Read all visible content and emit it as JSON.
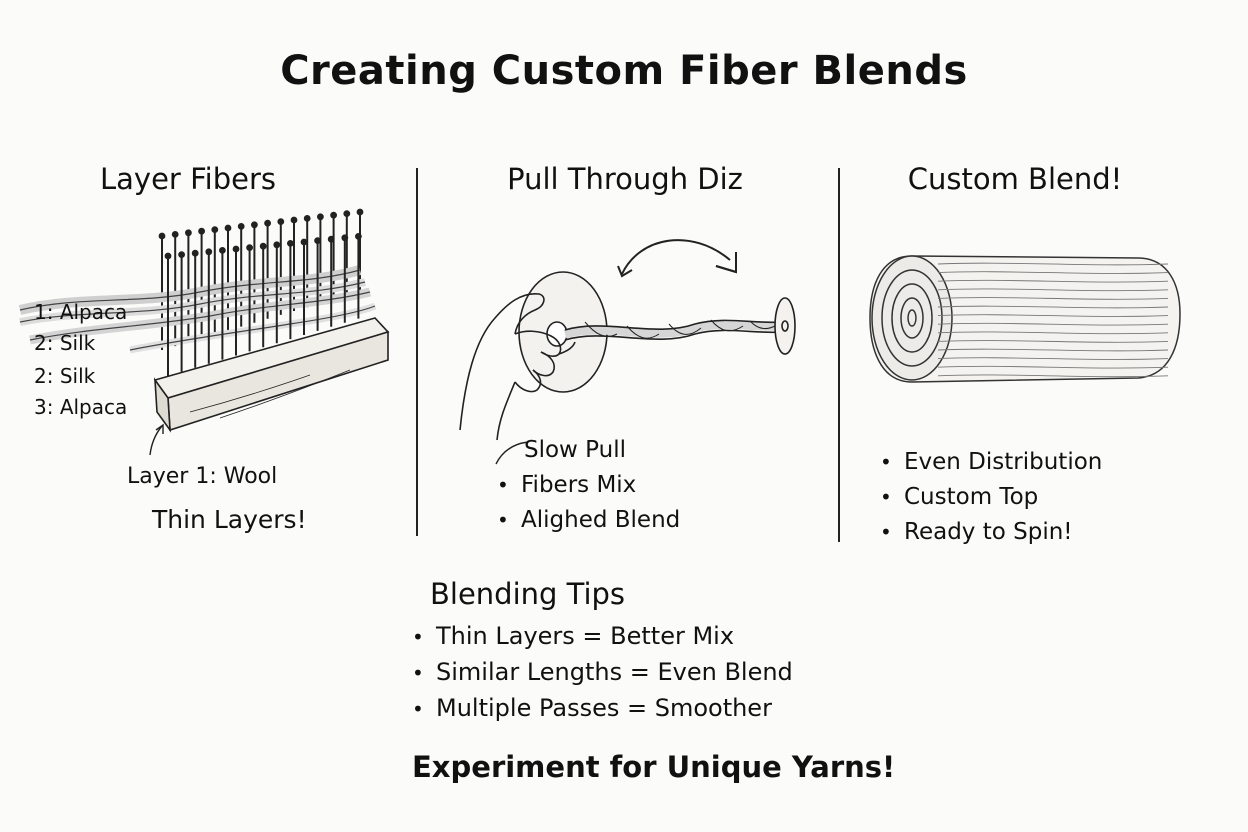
{
  "title": "Creating Custom Fiber Blends",
  "columns": [
    {
      "heading": "Layer Fibers",
      "labels": [
        "1: Alpaca",
        "2: Silk",
        "2: Silk",
        "3: Alpaca"
      ],
      "base_label": "Layer 1: Wool",
      "note": "Thin Layers!"
    },
    {
      "heading": "Pull Through Diz",
      "caption": "Slow Pull",
      "bullets": [
        "Fibers Mix",
        "Alighed Blend"
      ]
    },
    {
      "heading": "Custom Blend!",
      "bullets": [
        "Even Distribution",
        "Custom Top",
        "Ready to Spin!"
      ]
    }
  ],
  "tips": {
    "heading": "Blending Tips",
    "items": [
      "Thin Layers = Better Mix",
      "Similar Lengths = Even Blend",
      "Multiple Passes = Smoother"
    ]
  },
  "footer": "Experiment for Unique Yarns!",
  "icons": [
    "blending-board-icon",
    "diz-hand-icon",
    "curved-arrow-icon",
    "fiber-roll-icon"
  ]
}
